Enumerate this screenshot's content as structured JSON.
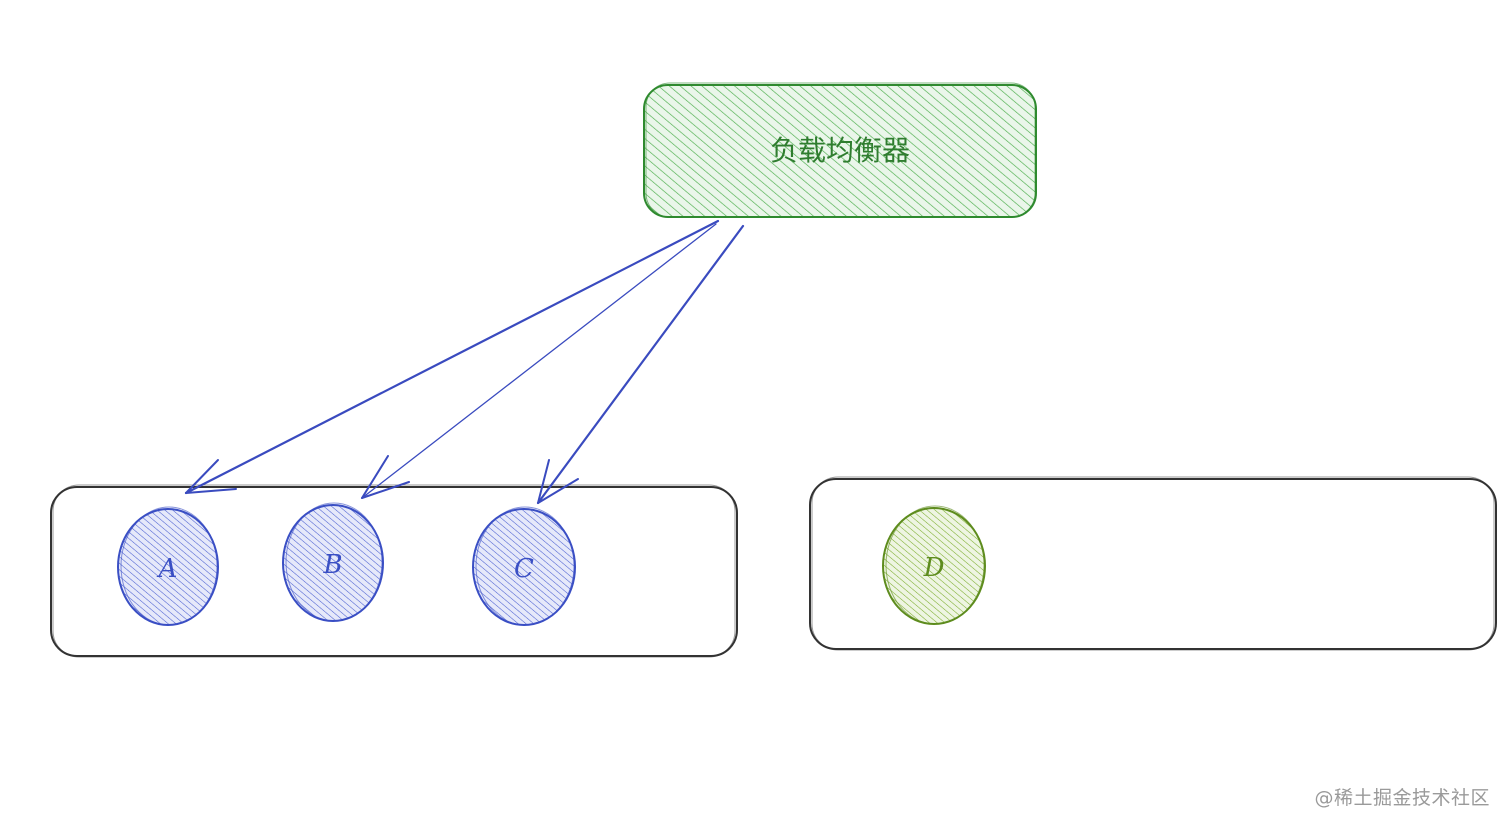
{
  "load_balancer": {
    "label": "负载均衡器",
    "color": "#2f8a2f",
    "fill_color": "#5fbf5f"
  },
  "group_left": {
    "nodes": [
      {
        "label": "A",
        "color": "#3a4fc4"
      },
      {
        "label": "B",
        "color": "#3a4fc4"
      },
      {
        "label": "C",
        "color": "#3a4fc4"
      }
    ]
  },
  "group_right": {
    "nodes": [
      {
        "label": "D",
        "color": "#5e8c1e"
      }
    ]
  },
  "arrows": {
    "color": "#3a4bbf",
    "targets": [
      "A",
      "B",
      "C"
    ]
  },
  "watermark": "@稀土掘金技术社区"
}
